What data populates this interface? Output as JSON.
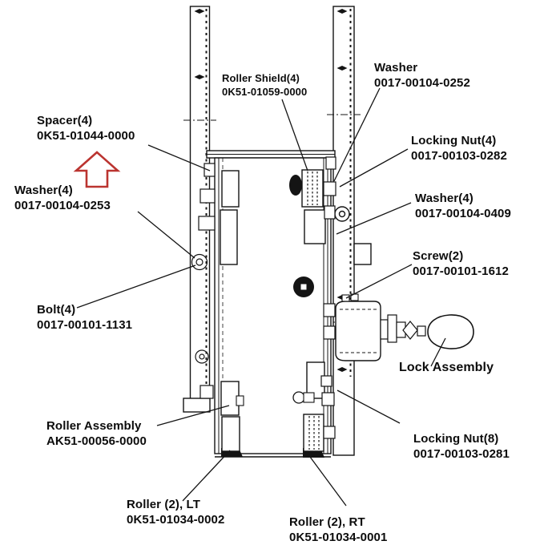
{
  "figure": {
    "background_color": "#ffffff",
    "line_color": "#141414",
    "arrow_color": "#bb3430",
    "labels": {
      "spacer": {
        "name": "Spacer(4)",
        "part": "0K51-01044-0000"
      },
      "washer_0253": {
        "name": "Washer(4)",
        "part": "0017-00104-0253"
      },
      "bolt": {
        "name": "Bolt(4)",
        "part": "0017-00101-1131"
      },
      "roller_assembly": {
        "name": "Roller Assembly",
        "part": "AK51-00056-0000"
      },
      "roller_lt": {
        "name": "Roller (2), LT",
        "part": "0K51-01034-0002"
      },
      "roller_rt": {
        "name": "Roller (2), RT",
        "part": "0K51-01034-0001"
      },
      "roller_shield": {
        "name": "Roller Shield(4)",
        "part": "0K51-01059-0000"
      },
      "washer_0252": {
        "name": "Washer",
        "part": "0017-00104-0252"
      },
      "locking_nut_4": {
        "name": "Locking Nut(4)",
        "part": "0017-00103-0282"
      },
      "washer_0409": {
        "name": "Washer(4)",
        "part": "0017-00104-0409"
      },
      "screw": {
        "name": "Screw(2)",
        "part": "0017-00101-1612"
      },
      "lock_assembly": {
        "name": "Lock Assembly"
      },
      "locking_nut_8": {
        "name": "Locking Nut(8)",
        "part": "0017-00103-0281"
      }
    }
  }
}
